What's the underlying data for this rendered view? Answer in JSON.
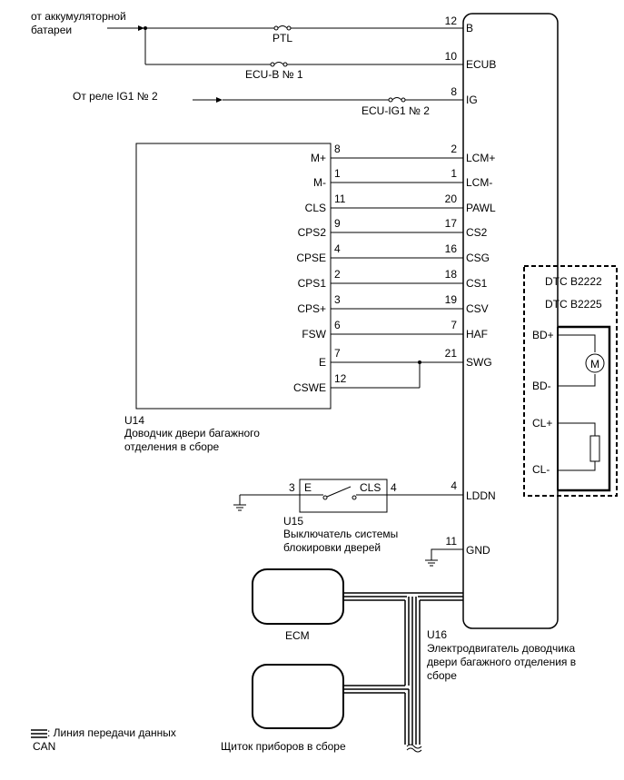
{
  "inputs": {
    "battery_line1": "от аккумуляторной",
    "battery_line2": "батареи",
    "relay": "От реле IG1 № 2"
  },
  "fuses": {
    "ptl": "PTL",
    "ecub": "ECU-B № 1",
    "ig": "ECU-IG1 № 2"
  },
  "u16": {
    "pins": [
      {
        "num": "12",
        "name": "B"
      },
      {
        "num": "10",
        "name": "ECUB"
      },
      {
        "num": "8",
        "name": "IG"
      },
      {
        "num": "2",
        "name": "LCM+"
      },
      {
        "num": "1",
        "name": "LCM-"
      },
      {
        "num": "20",
        "name": "PAWL"
      },
      {
        "num": "17",
        "name": "CS2"
      },
      {
        "num": "16",
        "name": "CSG"
      },
      {
        "num": "18",
        "name": "CS1"
      },
      {
        "num": "19",
        "name": "CSV"
      },
      {
        "num": "7",
        "name": "HAF"
      },
      {
        "num": "21",
        "name": "SWG"
      },
      {
        "num": "4",
        "name": "LDDN"
      },
      {
        "num": "11",
        "name": "GND"
      }
    ],
    "id": "U16",
    "name_line1": "Электродвигатель доводчика",
    "name_line2": "двери багажного отделения в",
    "name_line3": "сборе"
  },
  "dtc": {
    "code1": "DTC B2222",
    "code2": "DTC B2225",
    "bd_plus": "BD+",
    "bd_minus": "BD-",
    "cl_plus": "CL+",
    "cl_minus": "CL-",
    "motor_symbol": "M"
  },
  "u14": {
    "pins": [
      {
        "num": "8",
        "name": "M+"
      },
      {
        "num": "1",
        "name": "M-"
      },
      {
        "num": "11",
        "name": "CLS"
      },
      {
        "num": "9",
        "name": "CPS2"
      },
      {
        "num": "4",
        "name": "CPSE"
      },
      {
        "num": "2",
        "name": "CPS1"
      },
      {
        "num": "3",
        "name": "CPS+"
      },
      {
        "num": "6",
        "name": "FSW"
      },
      {
        "num": "7",
        "name": "E"
      },
      {
        "num": "12",
        "name": "CSWE"
      }
    ],
    "id": "U14",
    "name_line1": "Доводчик двери багажного",
    "name_line2": "отделения в сборе"
  },
  "u15": {
    "pin_left_num": "3",
    "pin_left_name": "E",
    "pin_right_num": "4",
    "pin_right_name": "CLS",
    "id": "U15",
    "name_line1": "Выключатель системы",
    "name_line2": "блокировки дверей"
  },
  "ecm": "ECM",
  "cluster": "Щиток приборов в сборе",
  "legend": {
    "line1": ": Линия передачи данных",
    "line2": "CAN"
  }
}
